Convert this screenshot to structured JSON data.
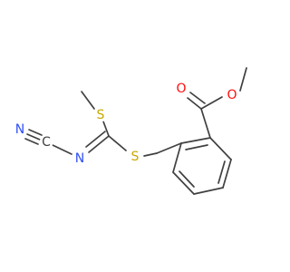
{
  "atoms": [
    {
      "id": "n_nitrile",
      "symbol": "N",
      "color": "#3050F8"
    },
    {
      "id": "c_nitrile",
      "symbol": "C",
      "color": "#404040"
    },
    {
      "id": "n_imine",
      "symbol": "N",
      "color": "#3050F8"
    },
    {
      "id": "s_methyl",
      "symbol": "S",
      "color": "#C8A800"
    },
    {
      "id": "s_benzyl",
      "symbol": "S",
      "color": "#C8A800"
    },
    {
      "id": "o_carbonyl",
      "symbol": "O",
      "color": "#FF0D0D"
    },
    {
      "id": "o_ester",
      "symbol": "O",
      "color": "#FF0D0D"
    }
  ]
}
